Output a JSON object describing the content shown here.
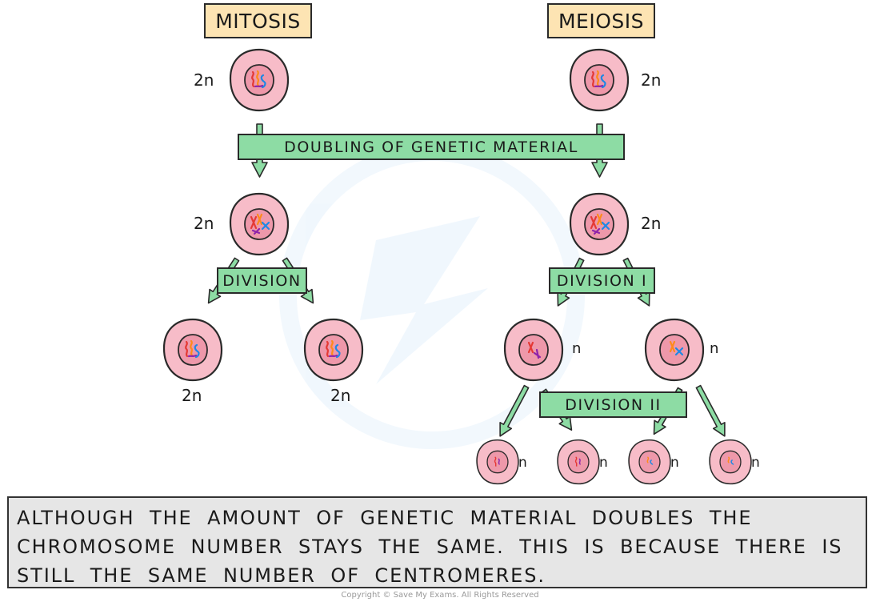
{
  "titles": {
    "mitosis": "MITOSIS",
    "meiosis": "MEIOSIS"
  },
  "steps": {
    "doubling": "DOUBLING  OF  GENETIC  MATERIAL",
    "division": "DIVISION",
    "division_1": "DIVISION  I",
    "division_2": "DIVISION  II"
  },
  "labels": {
    "diploid": "2n",
    "haploid": "n"
  },
  "note": "ALTHOUGH THE AMOUNT OF GENETIC MATERIAL DOUBLES THE CHROMOSOME NUMBER STAYS THE SAME. THIS IS BECAUSE THERE IS STILL THE SAME NUMBER OF CENTROMERES.",
  "copyright": "Copyright © Save My Exams. All Rights Reserved",
  "colors": {
    "cell_fill": "#f7bcc8",
    "nucleus_fill": "#ee98aa",
    "outline": "#2a2a2a",
    "title_fill": "#fde4b3",
    "step_fill": "#8ddca4",
    "note_fill": "#e6e6e6",
    "chromosomes": [
      "#e53935",
      "#ff8a1a",
      "#1e88e5",
      "#8e24aa"
    ]
  }
}
